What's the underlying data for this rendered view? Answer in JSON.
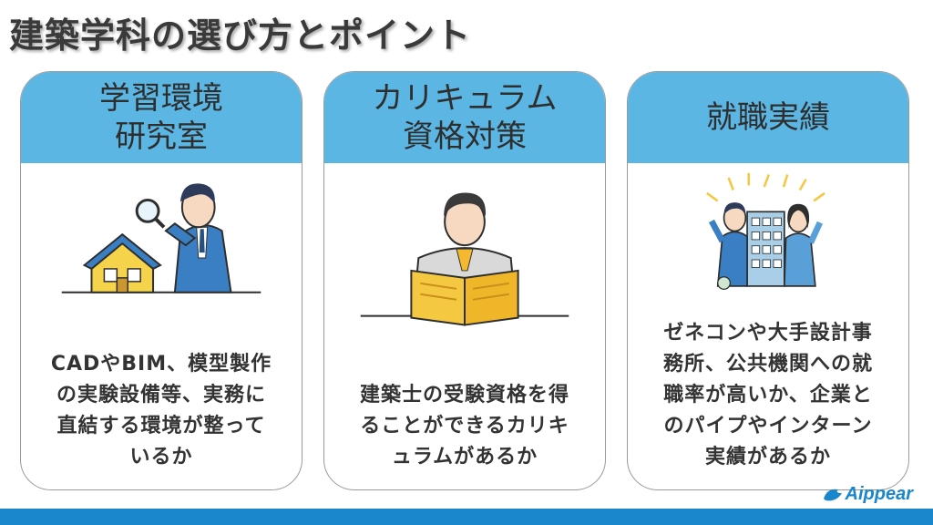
{
  "title": "建築学科の選び方とポイント",
  "colors": {
    "header": "#5bb6e3",
    "accent": "#1a86cc",
    "text": "#333333"
  },
  "cards": [
    {
      "heading": [
        "学習環境",
        "研究室"
      ],
      "body": [
        "CADやBIM、模型製作",
        "の実験設備等、実務に",
        "直結する環境が整って",
        "いるか"
      ],
      "illustration": "man-magnifying-house"
    },
    {
      "heading": [
        "カリキュラム",
        "資格対策"
      ],
      "body": [
        "建築士の受験資格を得",
        "ることができるカリキ",
        "ュラムがあるか"
      ],
      "illustration": "man-reading-book"
    },
    {
      "heading": [
        "就職実績"
      ],
      "body": [
        "ゼネコンや大手設計事",
        "務所、公共機関への就",
        "職率が高いか、企業と",
        "のパイプやインターン",
        "実績があるか"
      ],
      "illustration": "people-with-building"
    }
  ],
  "logo": {
    "text": "Aippear",
    "icon": "bird-logo-icon"
  }
}
